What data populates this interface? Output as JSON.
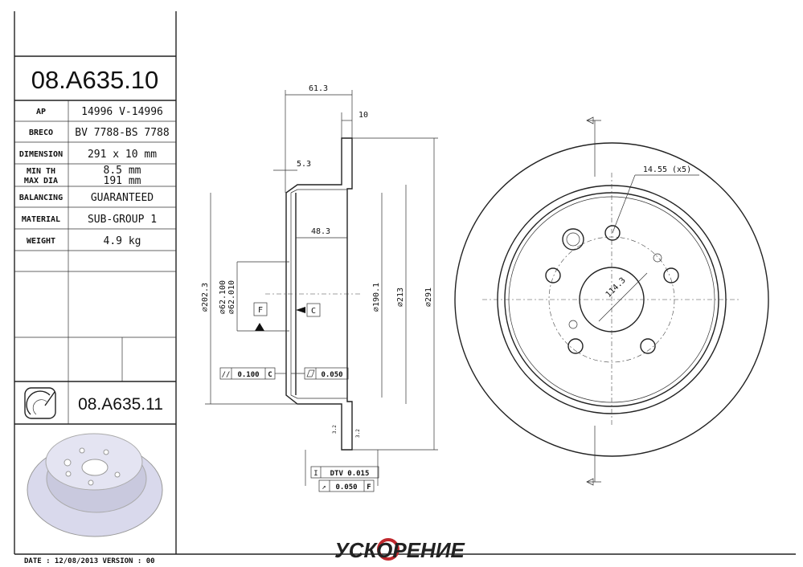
{
  "title_block": {
    "part_number": "08.A635.10",
    "rows": [
      {
        "label": "AP",
        "value": "14996 V-14996"
      },
      {
        "label": "BRECO",
        "value": "BV 7788-BS 7788"
      },
      {
        "label": "DIMENSION",
        "value": "291 x 10 mm"
      },
      {
        "label": "MIN TH",
        "label2": "MAX DIA",
        "value": "8.5  mm",
        "value2": "191  mm"
      },
      {
        "label": "BALANCING",
        "value": "GUARANTEED"
      },
      {
        "label": "MATERIAL",
        "value": "SUB-GROUP 1"
      },
      {
        "label": "WEIGHT",
        "value": "4.9 kg"
      }
    ],
    "alt_part_number": "08.A635.11",
    "footer": "DATE : 12/08/2013 VERSION : 00"
  },
  "section_view": {
    "dim_overall_height": "61.3",
    "dim_thickness": "10",
    "dim_hat_wall": "5.3",
    "dim_hat_depth": "48.3",
    "dia_202": "⌀202.3",
    "dia_62_100": "⌀62.100",
    "dia_62_010": "⌀62.010",
    "dia_190": "⌀190.1",
    "dia_213": "⌀213",
    "dia_291": "⌀291",
    "datum_f": "F",
    "datum_c": "C",
    "tol_parallel": "0.100",
    "tol_parallel_ref": "C",
    "tol_flatness": "0.050",
    "tol_dtv": "DTV 0.015",
    "tol_runout": "0.050",
    "tol_runout_ref": "F",
    "roughness_1": "3.2",
    "roughness_2": "3.2"
  },
  "front_view": {
    "hole_label": "14.55 (x5)",
    "pcd_label": "114.3"
  },
  "logo_text": "УСКОРЕНИЕ"
}
